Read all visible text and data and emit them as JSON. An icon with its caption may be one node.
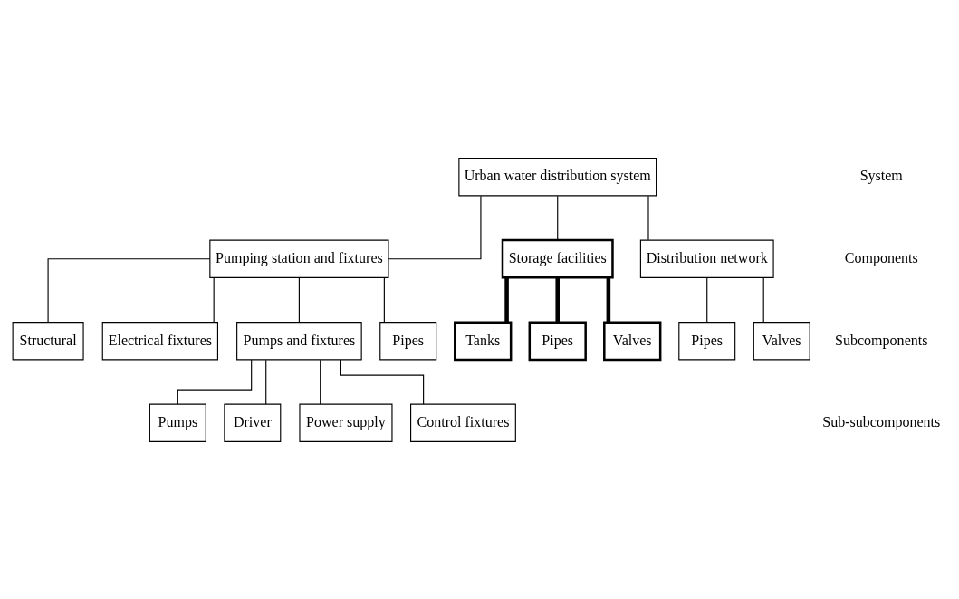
{
  "diagram": {
    "nodes": [
      {
        "text": [
          "Urban water distribution system"
        ]
      },
      {
        "text": [
          "Pumping station and fixtures"
        ]
      },
      {
        "text": [
          "Storage facilities"
        ]
      },
      {
        "text": [
          "Distribution network"
        ]
      },
      {
        "text": [
          "Structural"
        ]
      },
      {
        "text": [
          "Electrical fixtures"
        ]
      },
      {
        "text": [
          "Pumps and fixtures"
        ]
      },
      {
        "text": [
          "Pipes"
        ]
      },
      {
        "text": [
          "Tanks"
        ]
      },
      {
        "text": [
          "Pipes"
        ]
      },
      {
        "text": [
          "Valves"
        ]
      },
      {
        "text": [
          "Pipes"
        ]
      },
      {
        "text": [
          "Valves"
        ]
      },
      {
        "text": [
          "Pumps"
        ]
      },
      {
        "text": [
          "Driver"
        ]
      },
      {
        "text": [
          "Power supply"
        ]
      },
      {
        "text": [
          "Control fixtures"
        ]
      }
    ],
    "edges": [
      {
        "from": 0,
        "to": 1,
        "arrow": "none"
      },
      {
        "from": 0,
        "to": 2,
        "arrow": "none"
      },
      {
        "from": 0,
        "to": 3,
        "arrow": "none"
      },
      {
        "from": 1,
        "to": 4,
        "arrow": "none"
      },
      {
        "from": 1,
        "to": 5,
        "arrow": "none"
      },
      {
        "from": 1,
        "to": 6,
        "arrow": "none"
      },
      {
        "from": 1,
        "to": 7,
        "arrow": "none"
      },
      {
        "from": 2,
        "to": 8,
        "arrow": "none",
        "style": "thick"
      },
      {
        "from": 2,
        "to": 9,
        "arrow": "none",
        "style": "thick"
      },
      {
        "from": 2,
        "to": 10,
        "arrow": "none",
        "style": "thick"
      },
      {
        "from": 3,
        "to": 11,
        "arrow": "none"
      },
      {
        "from": 3,
        "to": 12,
        "arrow": "none"
      },
      {
        "from": 6,
        "to": 13,
        "arrow": "none"
      },
      {
        "from": 6,
        "to": 14,
        "arrow": "none"
      },
      {
        "from": 6,
        "to": 15,
        "arrow": "none"
      },
      {
        "from": 6,
        "to": 16,
        "arrow": "none"
      }
    ],
    "labels": [
      "System",
      "Components",
      "Subcomponents",
      "Sub-subcomponents"
    ]
  }
}
